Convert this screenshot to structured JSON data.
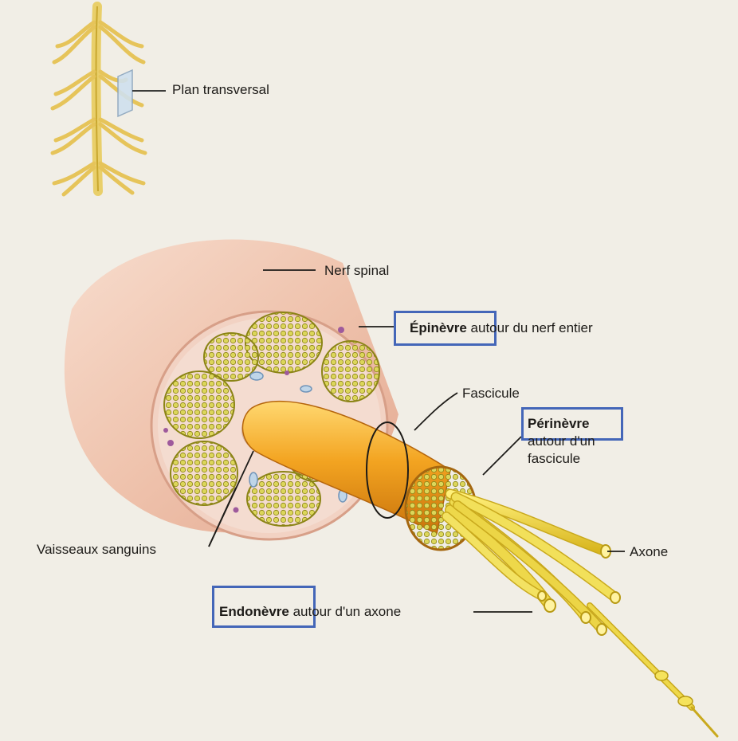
{
  "labels": {
    "plan_transversal": "Plan transversal",
    "nerf_spinal": "Nerf spinal",
    "epinevre_term": "Épinèvre",
    "epinevre_rest": "autour du nerf entier",
    "fascicule": "Fascicule",
    "perinevre_term": "Périnèvre",
    "perinevre_rest_1": "autour d'un",
    "perinevre_rest_2": "fascicule",
    "vaisseaux": "Vaisseaux sanguins",
    "axone": "Axone",
    "endonevre_term": "Endonèvre",
    "endonevre_rest": "autour d'un axone"
  },
  "colors": {
    "background": "#f1eee6",
    "nerve_skin": "#f0c9b4",
    "fascicle_fill": "#b9b32a",
    "axon_yellow": "#e9d23a",
    "sheath_orange": "#f2a521",
    "highlight_box": "#4466b8"
  }
}
